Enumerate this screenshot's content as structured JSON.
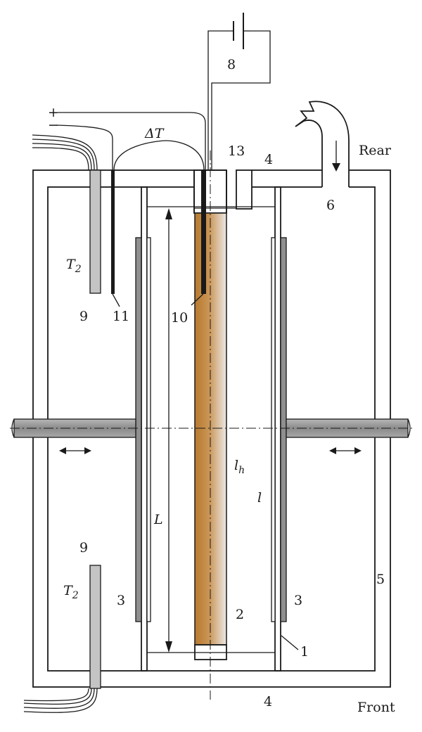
{
  "diagram": {
    "labels": {
      "n1": "1",
      "n2": "2",
      "n3_left": "3",
      "n3_right": "3",
      "n4_top": "4",
      "n4_bottom": "4",
      "n5": "5",
      "n6": "6",
      "n8": "8",
      "n9_top": "9",
      "n9_bottom": "9",
      "n10": "10",
      "n11": "11",
      "n13": "13",
      "rear": "Rear",
      "front": "Front",
      "plus": "+",
      "minus": "−",
      "delta_t": "ΔT",
      "t2_top_main": "T",
      "t2_top_sub": "2",
      "t2_bottom_main": "T",
      "t2_bottom_sub": "2",
      "L": "L",
      "l": "l",
      "lh_main": "l",
      "lh_sub": "h"
    },
    "colors": {
      "stroke": "#1a1a1a",
      "sample_brown": "#b87a2e",
      "sample_light": "#e6e0dc",
      "probe_gray": "#c4c4c4",
      "rod_gray": "#9c9c9c",
      "electrode_gray": "#8f8f8f"
    }
  }
}
